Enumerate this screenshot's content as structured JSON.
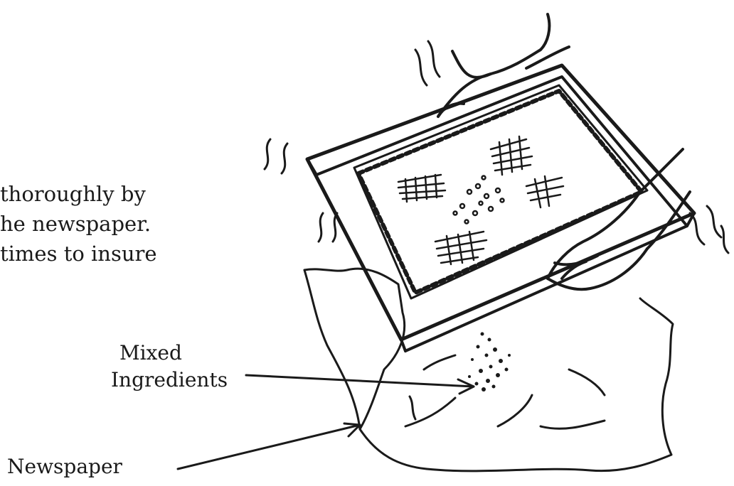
{
  "instruction_text": {
    "line1": "thoroughly by",
    "line2": "he newspaper.",
    "line3": "times to insure"
  },
  "labels": {
    "mixed_line1": "Mixed",
    "mixed_line2": "Ingredients",
    "newspaper": "Newspaper"
  }
}
